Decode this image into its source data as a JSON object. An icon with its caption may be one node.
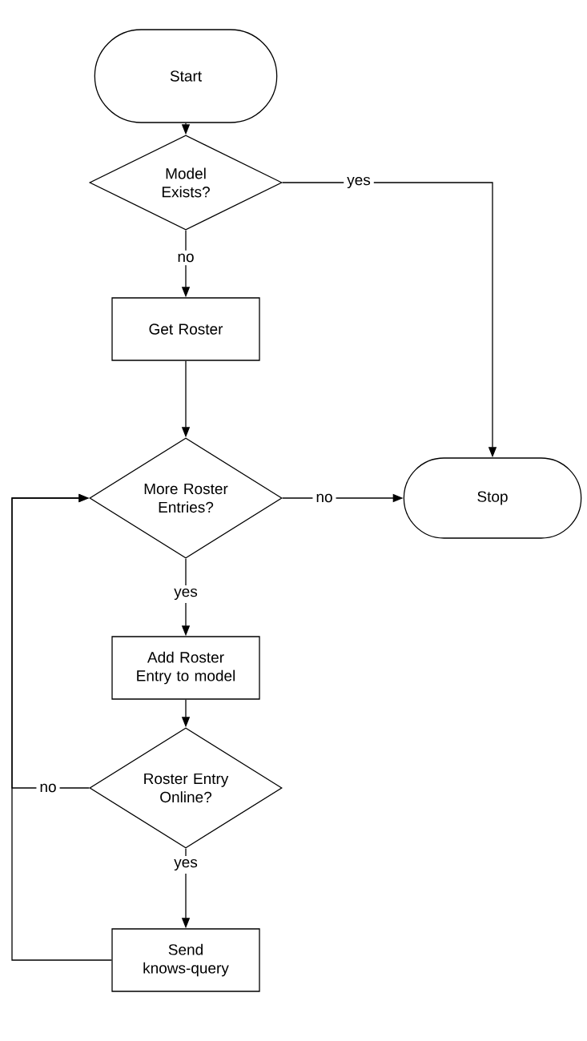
{
  "diagram": {
    "nodes": [
      {
        "text": [
          "Start"
        ]
      },
      {
        "text": [
          "Model Exists?"
        ]
      },
      {
        "text": [
          "Get Roster"
        ]
      },
      {
        "text": [
          "More Roster Entries?"
        ]
      },
      {
        "text": [
          "Stop"
        ]
      },
      {
        "text": [
          "Add Roster Entry to model"
        ]
      },
      {
        "text": [
          "Roster Entry Online?"
        ]
      },
      {
        "text": [
          "Send knows-query"
        ]
      }
    ],
    "edges": [
      {
        "from": 0,
        "to": 1,
        "arrow": "to"
      },
      {
        "from": 1,
        "to": 2,
        "arrow": "to",
        "label": "no"
      },
      {
        "from": 1,
        "to": 4,
        "arrow": "to",
        "label": "yes"
      },
      {
        "from": 2,
        "to": 3,
        "arrow": "to"
      },
      {
        "from": 3,
        "to": 4,
        "arrow": "to",
        "label": "no"
      },
      {
        "from": 3,
        "to": 5,
        "arrow": "to",
        "label": "yes"
      },
      {
        "from": 5,
        "to": 6,
        "arrow": "to"
      },
      {
        "from": 6,
        "to": 3,
        "arrow": "to",
        "label": "no"
      },
      {
        "from": 6,
        "to": 7,
        "arrow": "to",
        "label": "yes"
      },
      {
        "from": 7,
        "to": 3,
        "arrow": "to"
      }
    ]
  }
}
